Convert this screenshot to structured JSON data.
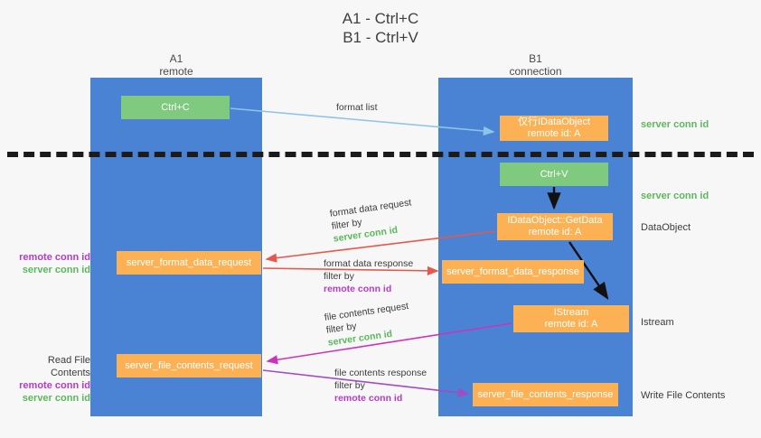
{
  "title": {
    "line1": "A1 - Ctrl+C",
    "line2": "B1 - Ctrl+V"
  },
  "lanes": [
    {
      "id": "a1",
      "title": "A1",
      "subtitle": "remote",
      "color": "#4a83d4"
    },
    {
      "id": "b1",
      "title": "B1",
      "subtitle": "connection",
      "color": "#4a83d4"
    }
  ],
  "colors": {
    "lane": "#4a83d4",
    "green_node": "#7fca7f",
    "orange_node": "#fcb254",
    "server_conn_id": "#5cb85c",
    "remote_conn_id": "#b43cc8",
    "arrow_blue": "#8ec4e8",
    "arrow_red": "#e8574a",
    "arrow_magenta": "#cc33bb",
    "arrow_purple": "#a24bc4",
    "arrow_black": "#111111",
    "background": "#f7f7f7"
  },
  "nodes": {
    "ctrl_c": {
      "label": "Ctrl+C",
      "kind": "green"
    },
    "idataobject": {
      "label": "仅行IDataObject",
      "sublabel": "remote id: A",
      "kind": "orange"
    },
    "ctrl_v": {
      "label": "Ctrl+V",
      "kind": "green"
    },
    "getdata": {
      "label": "IDataObject::GetData",
      "sublabel": "remote id: A",
      "kind": "orange"
    },
    "istream": {
      "label": "IStream",
      "sublabel": "remote id: A",
      "kind": "orange"
    },
    "server_format_data_request": {
      "label": "server_format_data_request",
      "kind": "orange"
    },
    "server_format_data_response": {
      "label": "server_format_data_response",
      "kind": "orange"
    },
    "server_file_contents_request": {
      "label": "server_file_contents_request",
      "kind": "orange"
    },
    "server_file_contents_response": {
      "label": "server_file_contents_response",
      "kind": "orange"
    }
  },
  "side_notes": {
    "server_conn_id_top": "server conn id",
    "server_conn_id_mid": "server conn id",
    "dataobject": "DataObject",
    "istream": "Istream",
    "write_file_contents": "Write File Contents",
    "read_file_contents": "Read File Contents",
    "remote_conn_id": "remote conn id",
    "server_conn_id": "server conn id"
  },
  "edge_labels": {
    "format_list": "format list",
    "format_data_request": "format data request",
    "format_data_request_filter_prefix": "filter by ",
    "format_data_request_filter_value": "server conn id",
    "format_data_response": "format data response",
    "format_data_response_filter_prefix": "filter by ",
    "format_data_response_filter_value": "remote conn id",
    "file_contents_request": "file contents request",
    "file_contents_request_filter_prefix": "filter by ",
    "file_contents_request_filter_value": "server conn id",
    "file_contents_response": "file contents response",
    "file_contents_response_filter_prefix": "filter by ",
    "file_contents_response_filter_value": "remote conn id"
  }
}
